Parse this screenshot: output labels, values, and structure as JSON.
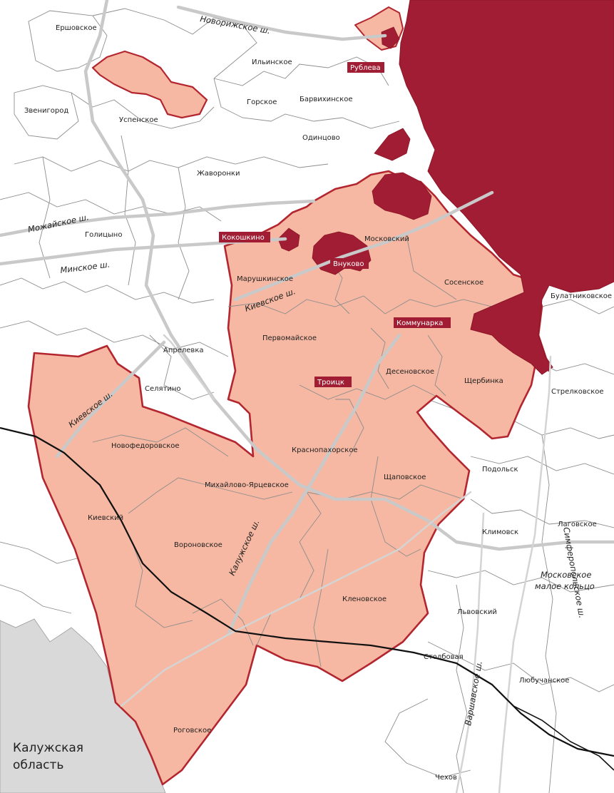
{
  "colors": {
    "new_moscow_fill": "#f6b8a2",
    "new_moscow_border": "#b3262f",
    "moscow_fill": "#a11d33",
    "kaluga_region_fill": "#d9d9d9",
    "boundary_line": "#8d8d8d",
    "highway": "#c9c9c9",
    "railway": "#111111",
    "background": "#ffffff"
  },
  "region_label": {
    "line1": "Калужская",
    "line2": "область"
  },
  "roads": {
    "novorizhskoe": "Новорижское ш.",
    "mozhayskoe": "Можайское ш.",
    "minskoe": "Минское ш.",
    "kievskoe_north": "Киевское ш.",
    "kievskoe_south": "Киевское ш.",
    "kaluzhskoe": "Калужское ш.",
    "simferopolskoe": "Симферопольское ш.",
    "varshavskoe": "Варшавское ш.",
    "small_ring_line1": "Московское",
    "small_ring_line2": "малое кольцо"
  },
  "tags": {
    "rubleva": "Рублева",
    "kokoshkino": "Кокошкино",
    "vnukovo": "Внуково",
    "kommunarka": "Коммунарка",
    "troitsk": "Троицк"
  },
  "settlements": {
    "ershovskoe": "Ершовское",
    "ilyinskoe": "Ильинское",
    "zvenigorod": "Звенигород",
    "uspenskoe": "Успенское",
    "gorskoe": "Горское",
    "barvikhinskoe": "Барвихинское",
    "odintsovo": "Одинцово",
    "zhavoronki": "Жаворонки",
    "golitsyno": "Голицыно",
    "moskovsky": "Московский",
    "marushkinskoe": "Марушкинское",
    "sosenskoe": "Сосенское",
    "bulatnikovskoe": "Булатниковское",
    "pervomayskoe": "Первомайское",
    "aprelevka": "Апрелевка",
    "selyatino": "Селятино",
    "desenovskoe": "Десеновское",
    "shcherbinka": "Щербинка",
    "strelkovskoe": "Стрелковское",
    "novofedorovskoe": "Новофедоровское",
    "krasnopakhorskoe": "Краснопахорское",
    "mikhaylovo_yartsevskoe": "Михайлово-Ярцевское",
    "shchapovskoe": "Щаповское",
    "podolsk": "Подольск",
    "kievsky": "Киевский",
    "voronovskoe": "Вороновское",
    "klimovsk": "Климовск",
    "lagovskoe": "Лаговское",
    "klenovskoe": "Кленовское",
    "lvovsky": "Львовский",
    "stolbovaya": "Столбовая",
    "lyubuchanskoe": "Любучанское",
    "rogovskoe": "Роговское",
    "chekhov": "Чехов"
  }
}
